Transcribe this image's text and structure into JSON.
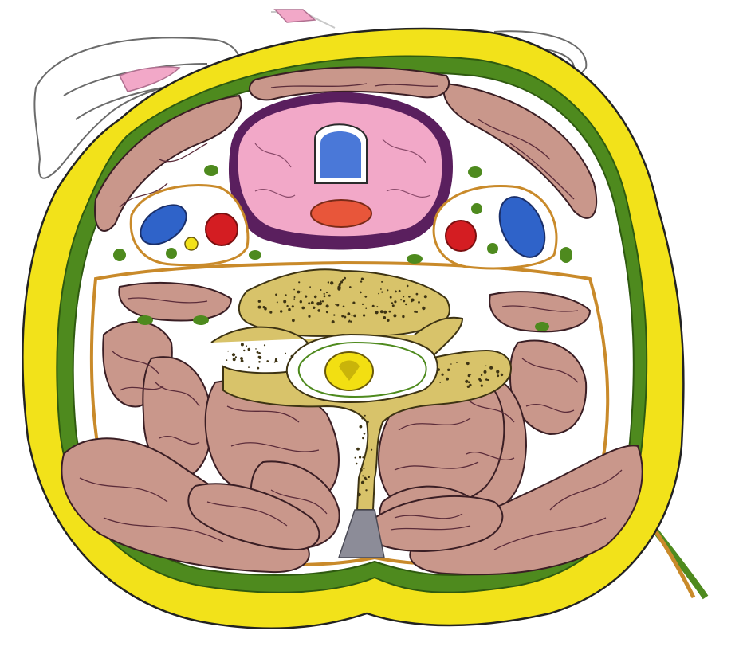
{
  "diagram": {
    "kind": "anatomical cross-section illustration",
    "labels_visible": false,
    "structures": [
      "skin-and-subcutaneous-fat",
      "superficial-fascia",
      "investing-fascia",
      "pretracheal-fascia",
      "prevertebral-fascia",
      "thyroid-gland",
      "trachea",
      "esophagus",
      "carotid-sheath-left",
      "carotid-sheath-right",
      "internal-jugular-vein",
      "common-carotid-artery",
      "vagus-nerve",
      "cervical-vertebra",
      "vertebral-canal",
      "spinal-cord",
      "nuchal-ligament",
      "neck-muscles",
      "sternocleidomastoid",
      "trapezius"
    ]
  },
  "colors": {
    "fat": "#f2e21a",
    "fascia_green": "#4e8a1e",
    "fascia_orange": "#c98a2a",
    "muscle": "#c9978b",
    "muscle_line": "#5b2c3a",
    "thyroid": "#f2a8c8",
    "thyroid_capsule": "#5a1f5e",
    "trachea": "#4a78d8",
    "esophagus": "#e8563a",
    "vein": "#2f63c9",
    "artery": "#d41d22",
    "nerve": "#3f8b1f",
    "bone": "#d8c36a",
    "bone_dots": "#3d3313",
    "spinal_cord": "#f2df12",
    "ligament": "#8c8c98",
    "background_white": "#ffffff"
  }
}
